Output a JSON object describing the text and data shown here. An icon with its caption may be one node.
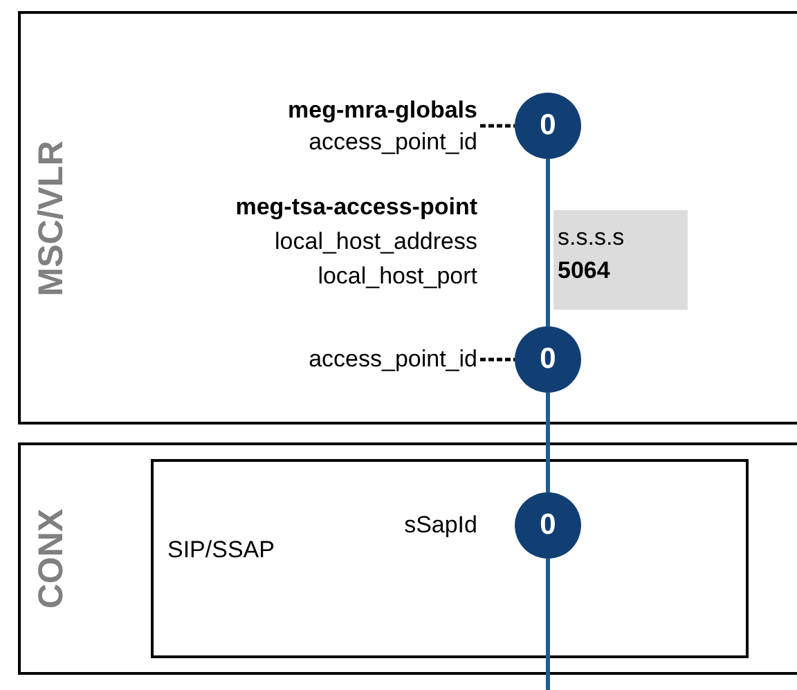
{
  "diagram": {
    "nodes": [
      {
        "text": [
          "MSC/VLR"
        ]
      },
      {
        "text": [
          "meg-mra-globals",
          "access_point_id"
        ],
        "in": 0
      },
      {
        "text": [
          "0"
        ],
        "in": 0
      },
      {
        "text": [
          "s.s.s.s",
          "5064"
        ],
        "in": 0
      },
      {
        "text": [
          "access_point_id"
        ],
        "in": 0
      },
      {
        "text": [
          "0"
        ],
        "in": 0
      },
      {
        "text": [
          "CONX"
        ]
      },
      {
        "text": [
          "SIP/SSAP"
        ],
        "in": 6
      },
      {
        "text": [
          "0"
        ],
        "in": 7,
        "beside": [
          "sSapId"
        ]
      }
    ],
    "edges": [
      {
        "from": 1,
        "to": 2,
        "arrow": "none",
        "style": "dashed",
        "color": "#000000"
      },
      {
        "from": 4,
        "to": 5,
        "arrow": "none",
        "style": "dashed",
        "color": "#000000"
      },
      {
        "from": 2,
        "to": 5,
        "arrow": "none"
      },
      {
        "from": 5,
        "to": 8,
        "arrow": "none"
      },
      {
        "from": 8,
        "to": null,
        "arrow": "none"
      }
    ],
    "labels": [
      "meg-tsa-access-point",
      "local_host_address",
      "local_host_port"
    ]
  }
}
